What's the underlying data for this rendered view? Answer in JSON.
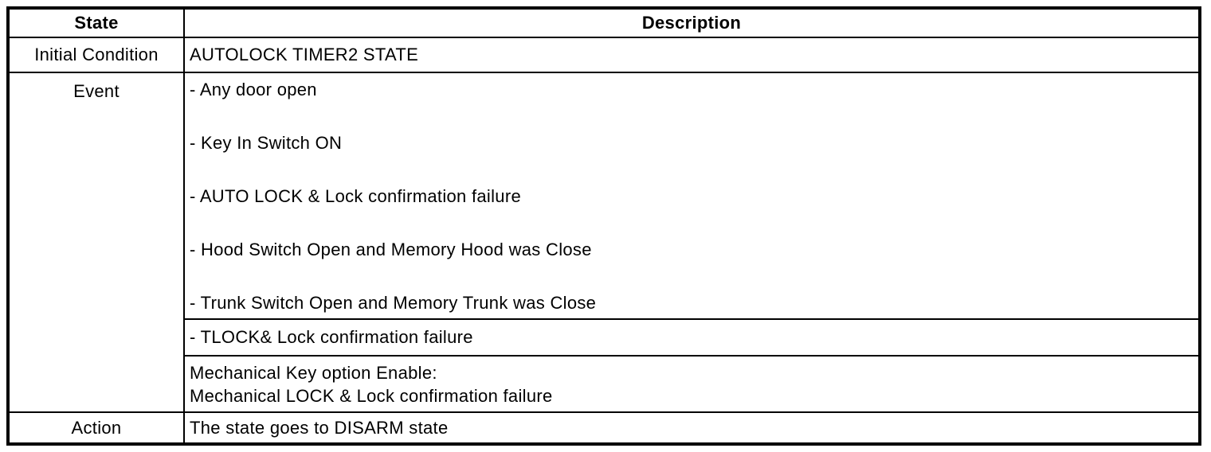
{
  "colors": {
    "background": "#ffffff",
    "border": "#000000",
    "text": "#000000"
  },
  "table": {
    "header": {
      "state": "State",
      "description": "Description"
    },
    "initial_condition": {
      "label": "Initial Condition",
      "value": "AUTOLOCK TIMER2 STATE"
    },
    "event": {
      "label": "Event",
      "items": [
        "- Any door open",
        "- Key In Switch ON",
        "- AUTO LOCK & Lock confirmation failure",
        "- Hood Switch Open and Memory Hood was Close",
        "- Trunk Switch Open and Memory Trunk was Close"
      ],
      "tlock_item": "- TLOCK& Lock confirmation failure",
      "mechanical_line1": "Mechanical Key option Enable:",
      "mechanical_line2": "Mechanical LOCK & Lock confirmation failure"
    },
    "action": {
      "label": "Action",
      "value": "The state goes to DISARM state"
    }
  }
}
